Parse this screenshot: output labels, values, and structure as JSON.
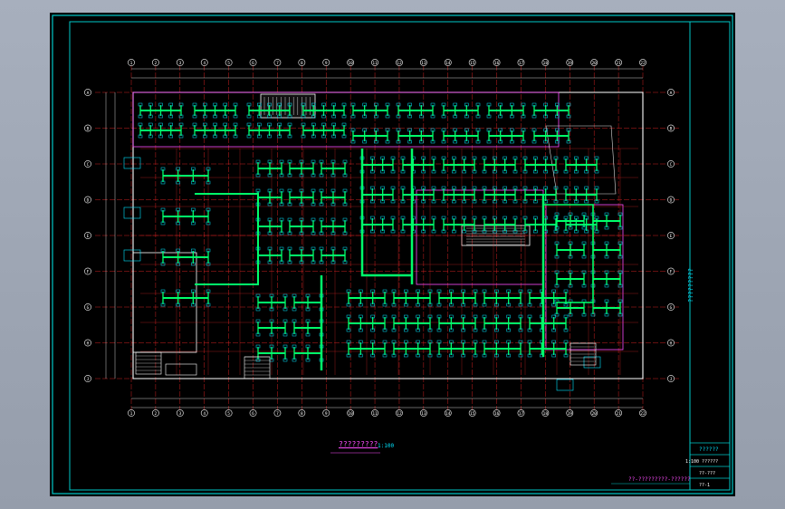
{
  "drawing": {
    "title": "?????????",
    "scale": "1:100",
    "project": "??-?????????-??????",
    "tb_title": "??????",
    "tb_row1": "1:100   ??????",
    "tb_row2": "??-???",
    "tb_row3": "??-1",
    "side_text": "?????????",
    "axis_letters": [
      "A",
      "B",
      "C",
      "D",
      "E",
      "F",
      "G",
      "H",
      "J"
    ],
    "axis_numbers": [
      "1",
      "2",
      "3",
      "4",
      "5",
      "6",
      "7",
      "8",
      "9",
      "10",
      "11",
      "12",
      "13",
      "14",
      "15",
      "16",
      "17",
      "18",
      "19",
      "20",
      "21",
      "22"
    ]
  },
  "colors": {
    "background": "#000000",
    "frame": "#00c8c8",
    "hvac_duct": "#00ff6a",
    "grid_line": "#ff2a2a",
    "wall": "#ffffff",
    "partition": "#ff4cff",
    "annotation": "#00e5ff",
    "outer_gray": "#9aa2b0"
  }
}
